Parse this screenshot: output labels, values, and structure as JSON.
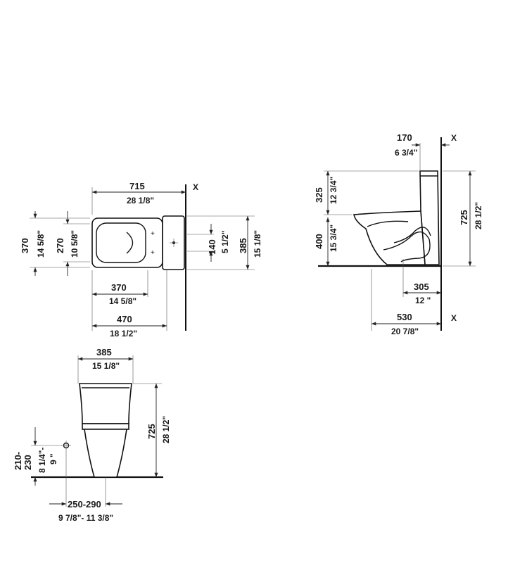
{
  "top_view": {
    "width_mm": "715",
    "width_in": "28 1/8\"",
    "depth_mm": "370",
    "depth_in": "14 5/8\"",
    "bowl_mm": "270",
    "bowl_in": "10 5/8\"",
    "tank_mm": "140",
    "tank_in": "5 1/2\"",
    "tank_depth_mm": "385",
    "tank_depth_in": "15 1/8\"",
    "seat_mm": "370",
    "seat_in": "14 5/8\"",
    "length_mm": "470",
    "length_in": "18 1/2\"",
    "wall_mark": "X"
  },
  "side_view": {
    "offset_mm": "170",
    "offset_in": "6 3/4\"",
    "tank_h_mm": "325",
    "tank_h_in": "12 3/4\"",
    "seat_h_mm": "400",
    "seat_h_in": "15 3/4\"",
    "total_h_mm": "725",
    "total_h_in": "28 1/2\"",
    "rough_mm": "305",
    "rough_in": "12 \"",
    "projection_mm": "530",
    "projection_in": "20 7/8\"",
    "wall_mark_top": "X",
    "wall_mark_bottom": "X"
  },
  "front_view": {
    "width_mm": "385",
    "width_in": "15 1/8\"",
    "height_mm": "725",
    "height_in": "28 1/2\"",
    "supply_h_mm": "210-\n230",
    "supply_h_mm_a": "210-",
    "supply_h_mm_b": "230",
    "supply_h_in_a": "8 1/4\"-",
    "supply_h_in_b": "9 \"",
    "supply_offset_mm": "250-290",
    "supply_offset_in": "9 7/8\"- 11 3/8\""
  }
}
